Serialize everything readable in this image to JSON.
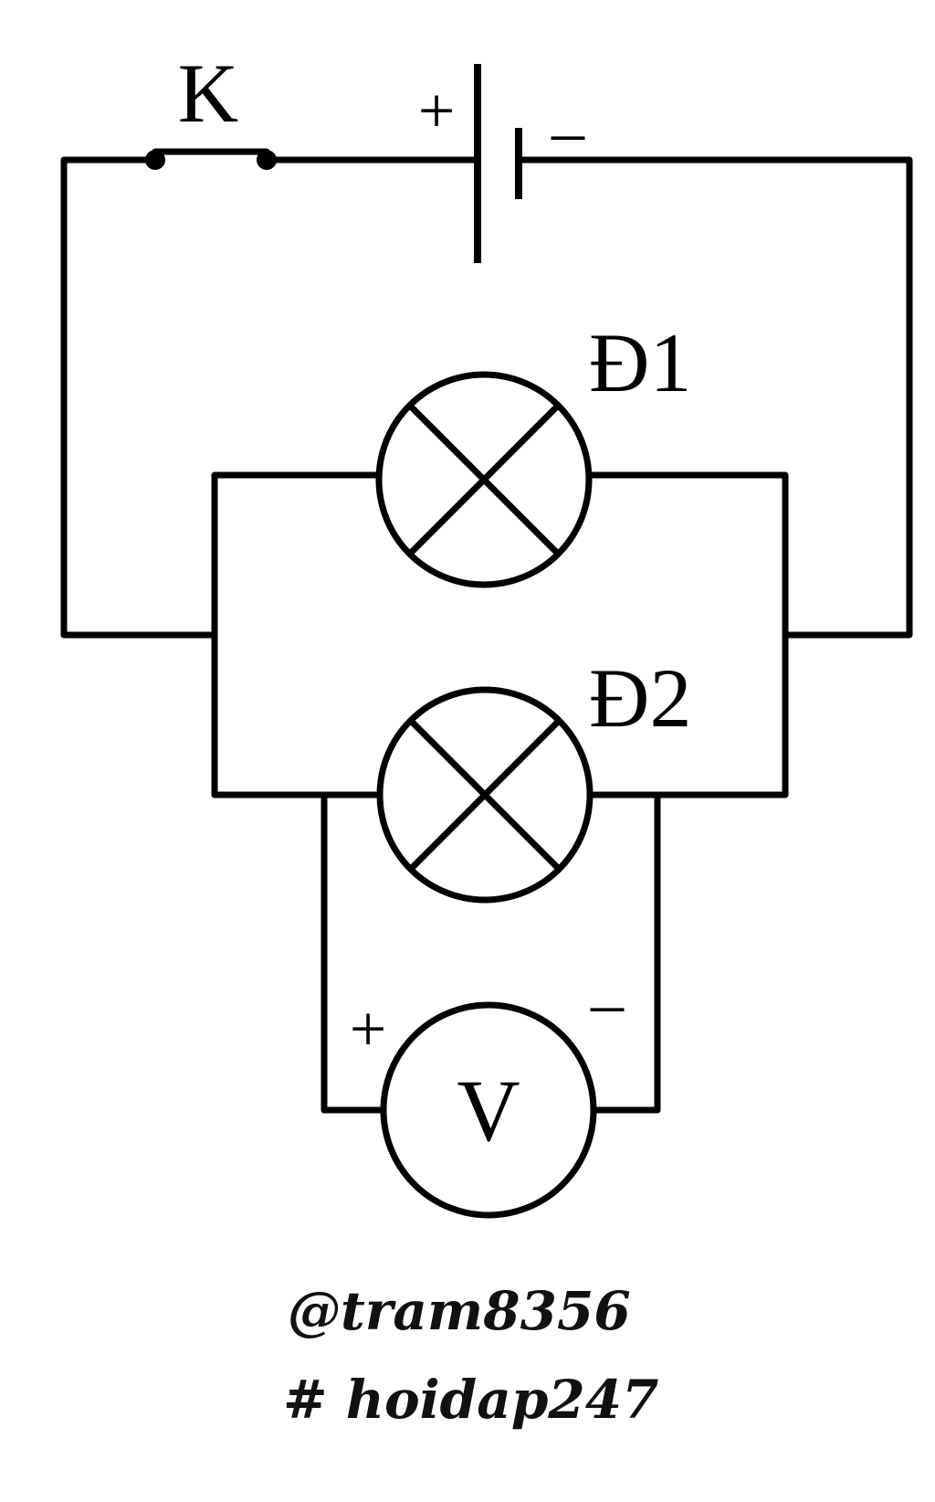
{
  "labels": {
    "switch": "K",
    "battery_plus": "+",
    "battery_minus": "–",
    "lamp1": "Đ1",
    "lamp2": "Đ2",
    "voltmeter_plus": "+",
    "voltmeter_minus": "–",
    "voltmeter": "V"
  },
  "watermark": {
    "author": "@tram8356",
    "site": "# hoidap247"
  },
  "colors": {
    "line": "#000000",
    "background": "#ffffff"
  }
}
